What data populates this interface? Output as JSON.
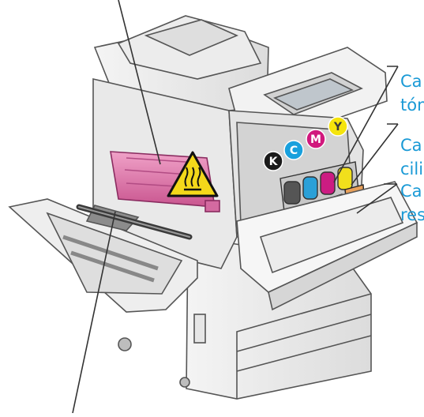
{
  "callouts": [
    {
      "id": "toner",
      "line1": "Ca",
      "line2": "tón"
    },
    {
      "id": "drum",
      "line1": "Ca",
      "line2": "cili"
    },
    {
      "id": "waste",
      "line1": "Ca",
      "line2": "res"
    }
  ],
  "toner_badges": [
    {
      "label": "K",
      "color": "#1a1a1a",
      "text_color": "#ffffff"
    },
    {
      "label": "C",
      "color": "#19a0dd",
      "text_color": "#ffffff"
    },
    {
      "label": "M",
      "color": "#d1187d",
      "text_color": "#ffffff"
    },
    {
      "label": "Y",
      "color": "#f5e40c",
      "text_color": "#3a3a3a"
    }
  ],
  "colors": {
    "callout_text": "#1a9ad6",
    "fuser": "#e07ab0",
    "warning_yellow": "#f4d81a",
    "leader_line": "#333333"
  },
  "icons": [
    "hot-surface-warning-icon"
  ]
}
